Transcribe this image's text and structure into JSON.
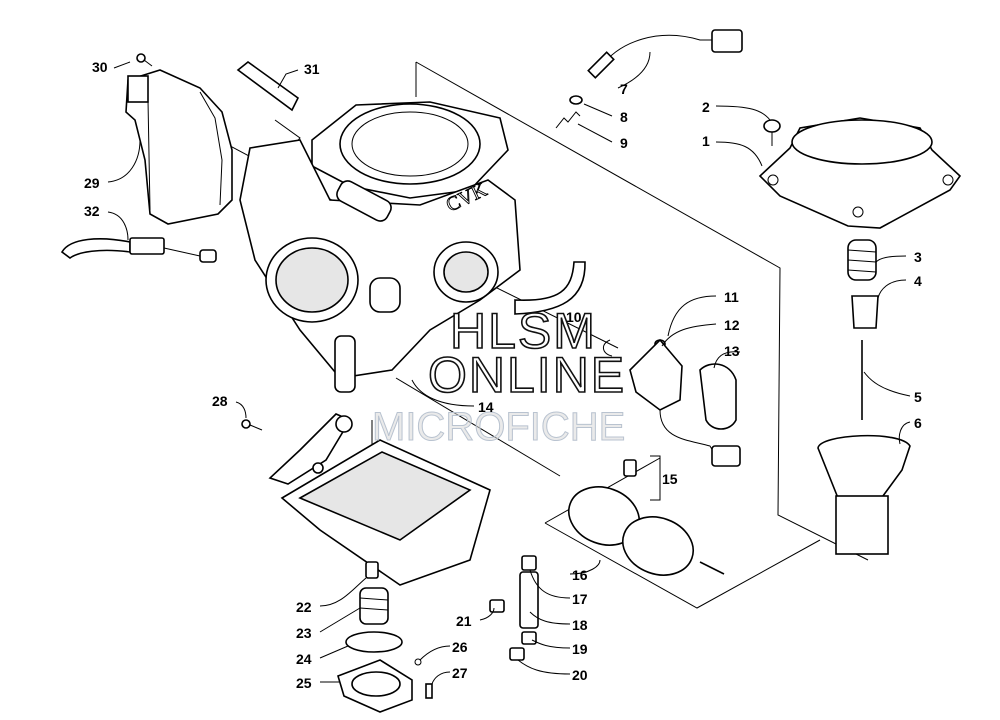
{
  "watermark": {
    "line1": "HLSM",
    "line2": "ONLINE",
    "line3": "MICROFICHE"
  },
  "engraving": "CVK",
  "callouts": [
    {
      "id": "30",
      "text": "30"
    },
    {
      "id": "31",
      "text": "31"
    },
    {
      "id": "29",
      "text": "29"
    },
    {
      "id": "32",
      "text": "32"
    },
    {
      "id": "28",
      "text": "28"
    },
    {
      "id": "7",
      "text": "7"
    },
    {
      "id": "8",
      "text": "8"
    },
    {
      "id": "9",
      "text": "9"
    },
    {
      "id": "2",
      "text": "2"
    },
    {
      "id": "1",
      "text": "1"
    },
    {
      "id": "3",
      "text": "3"
    },
    {
      "id": "4",
      "text": "4"
    },
    {
      "id": "5",
      "text": "5"
    },
    {
      "id": "6",
      "text": "6"
    },
    {
      "id": "10",
      "text": "10"
    },
    {
      "id": "11",
      "text": "11"
    },
    {
      "id": "12",
      "text": "12"
    },
    {
      "id": "13",
      "text": "13"
    },
    {
      "id": "14",
      "text": "14"
    },
    {
      "id": "15",
      "text": "15"
    },
    {
      "id": "16",
      "text": "16"
    },
    {
      "id": "17",
      "text": "17"
    },
    {
      "id": "18",
      "text": "18"
    },
    {
      "id": "19",
      "text": "19"
    },
    {
      "id": "20",
      "text": "20"
    },
    {
      "id": "21",
      "text": "21"
    },
    {
      "id": "22",
      "text": "22"
    },
    {
      "id": "23",
      "text": "23"
    },
    {
      "id": "24",
      "text": "24"
    },
    {
      "id": "25",
      "text": "25"
    },
    {
      "id": "26",
      "text": "26"
    },
    {
      "id": "27",
      "text": "27"
    }
  ]
}
